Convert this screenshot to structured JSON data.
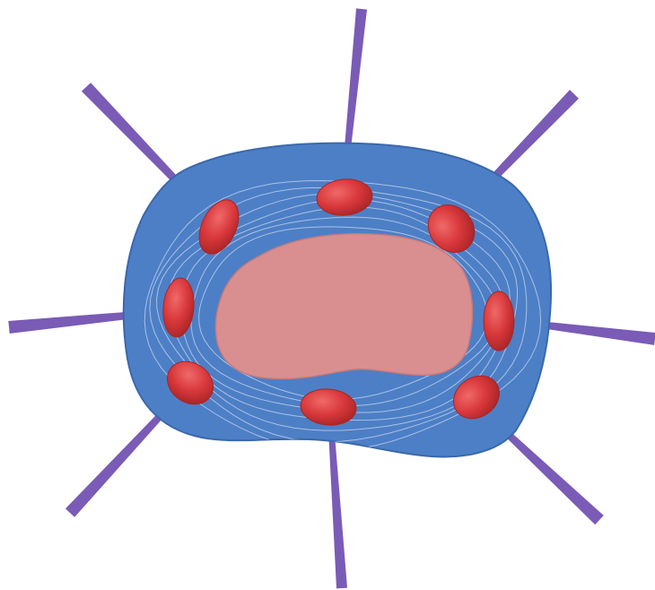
{
  "diagram": {
    "colors": {
      "background": "#ffffff",
      "disc_fill": "#4d7fc6",
      "disc_edge": "#3a68ad",
      "ring_lines": "#b9cdea",
      "core_fill": "#d98f8f",
      "core_edge": "#c77a7c",
      "node_fill": "#d9383b",
      "node_highlight": "#ef6a6a",
      "node_shadow": "#a92527",
      "spoke_fill": "#7a5bb6"
    },
    "spoke_count": 8,
    "node_count": 8,
    "ring_line_count": 7
  }
}
